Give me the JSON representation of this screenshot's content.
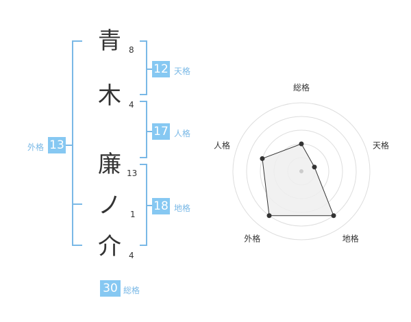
{
  "name_chars": [
    {
      "char": "青",
      "strokes": "8"
    },
    {
      "char": "木",
      "strokes": "4"
    },
    {
      "char": "廉",
      "strokes": "13"
    },
    {
      "char": "ノ",
      "strokes": "1"
    },
    {
      "char": "介",
      "strokes": "4"
    }
  ],
  "fortunes": {
    "tenkaku": {
      "value": "12",
      "label": "天格"
    },
    "jinkaku": {
      "value": "17",
      "label": "人格"
    },
    "chikaku": {
      "value": "18",
      "label": "地格"
    },
    "gaikaku": {
      "value": "13",
      "label": "外格"
    },
    "soukaku": {
      "value": "30",
      "label": "総格"
    }
  },
  "colors": {
    "accent": "#86c8f2",
    "bracket": "#79b8e6",
    "text": "#333333"
  },
  "chart_data": {
    "type": "radar",
    "axes": [
      "総格",
      "天格",
      "地格",
      "外格",
      "人格"
    ],
    "values": [
      2,
      1,
      4,
      4,
      3
    ],
    "range": [
      0,
      5
    ],
    "rings": 5,
    "grid": true
  }
}
